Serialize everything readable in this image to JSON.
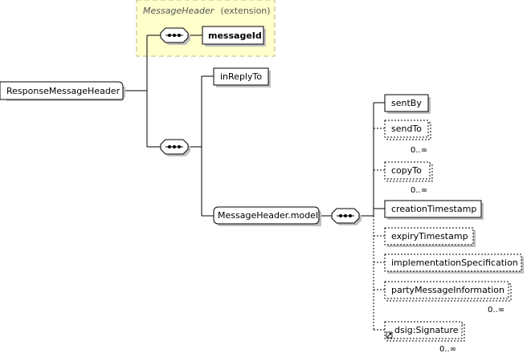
{
  "diagram": {
    "extension": {
      "type_name": "MessageHeader",
      "suffix": "(extension)"
    },
    "root": "ResponseMessageHeader",
    "ext_elements": [
      {
        "label": "messageId"
      }
    ],
    "elements": [
      {
        "label": "inReplyTo"
      },
      {
        "label": "MessageHeader.model"
      }
    ],
    "model_children": [
      {
        "label": "sentBy",
        "optional": false,
        "occurs": ""
      },
      {
        "label": "sendTo",
        "optional": true,
        "occurs": "0..∞"
      },
      {
        "label": "copyTo",
        "optional": true,
        "occurs": "0..∞"
      },
      {
        "label": "creationTimestamp",
        "optional": false,
        "occurs": ""
      },
      {
        "label": "expiryTimestamp",
        "optional": true,
        "occurs": ""
      },
      {
        "label": "implementationSpecification",
        "optional": true,
        "occurs": ""
      },
      {
        "label": "partyMessageInformation",
        "optional": true,
        "occurs": "0..∞"
      },
      {
        "label": "dsig:Signature",
        "optional": true,
        "occurs": "0..∞",
        "reference": true
      }
    ],
    "colors": {
      "extension_fill": "#ffffcc",
      "extension_border": "#b9b97a",
      "box_fill": "#ffffff",
      "shadow": "#c0c0c0",
      "line": "#000000"
    }
  }
}
